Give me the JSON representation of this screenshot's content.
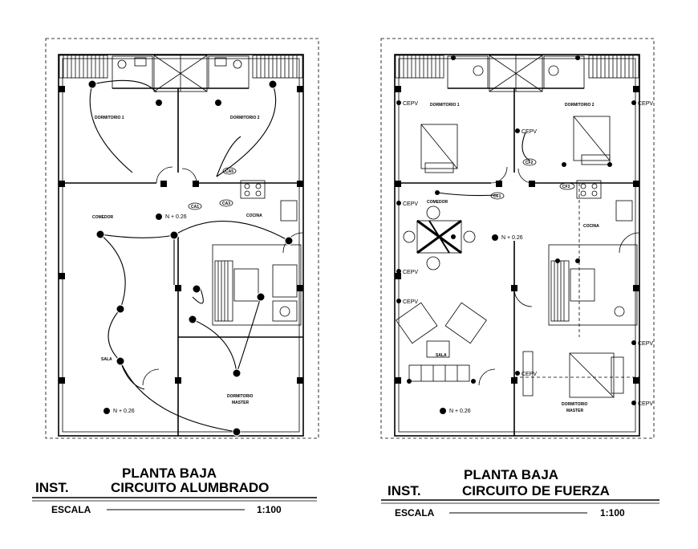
{
  "left_plan": {
    "title_line1": "PLANTA BAJA",
    "title_prefix": "INST.",
    "title_line2": "CIRCUITO ALUMBRADO",
    "scale_label": "ESCALA",
    "scale_value": "1:100",
    "rooms": {
      "bedroom1": "DORMITORIO 1",
      "bedroom2": "DORMITORIO 2",
      "dining": "COMEDOR",
      "kitchen": "COCINA",
      "living": "SALA",
      "master": "DORMITORIO",
      "master2": "MASTER"
    },
    "level": "N + 0.26",
    "level2": "N + 0.26",
    "tags": [
      "CA5",
      "CA1",
      "CA3"
    ]
  },
  "right_plan": {
    "title_line1": "PLANTA BAJA",
    "title_prefix": "INST.",
    "title_line2": "CIRCUITO DE FUERZA",
    "scale_label": "ESCALA",
    "scale_value": "1:100",
    "rooms": {
      "bedroom1": "DORMITORIO 1",
      "bedroom2": "DORMITORIO 2",
      "dining": "COMEDOR",
      "kitchen": "COCINA",
      "living": "SALA",
      "master": "DORMITORIO",
      "master2": "MASTER"
    },
    "level": "N + 0.26",
    "level2": "N + 0.26",
    "outlet": "CEPV",
    "tags": [
      "CF3",
      "CF1",
      "CF2"
    ]
  }
}
